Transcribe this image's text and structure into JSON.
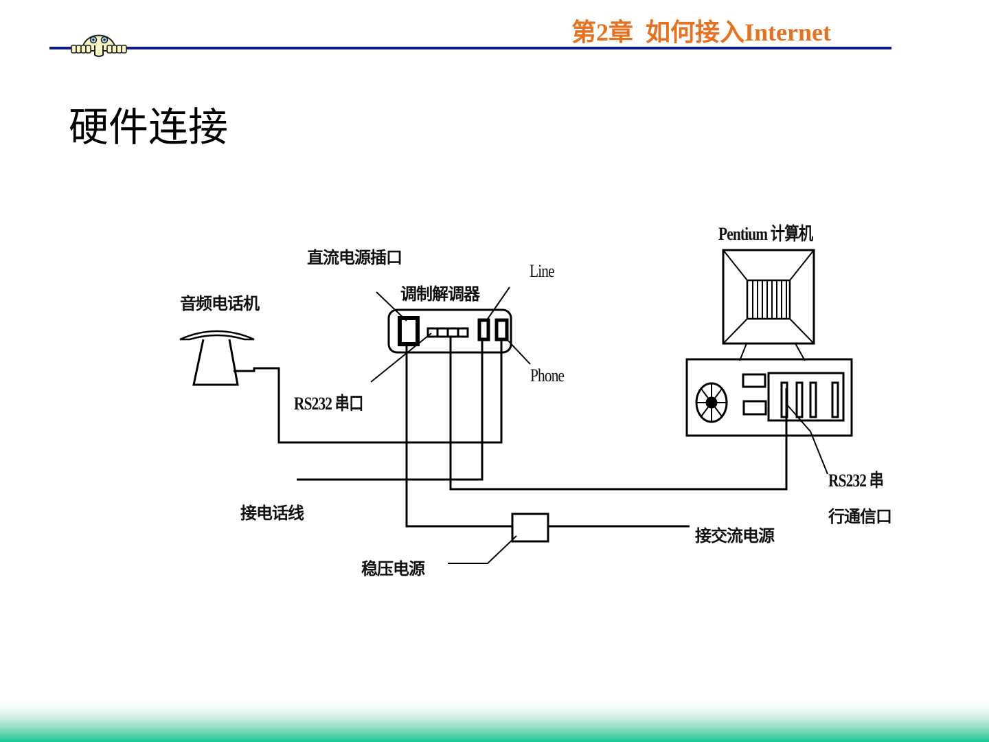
{
  "header": {
    "chapter_title": "第2章  如何接入Internet",
    "mascot_icon": "peeking-face-mascot",
    "accent_color": "#e8711f",
    "rule_color": "#0a1a86"
  },
  "slide": {
    "title": "硬件连接"
  },
  "diagram": {
    "labels": {
      "telephone": "音频电话机",
      "dc_power_jack": "直流电源插口",
      "modem": "调制解调器",
      "line": "Line",
      "phone": "Phone",
      "modem_rs232": "RS232 串口",
      "computer": "Pentium 计算机",
      "pc_rs232_line1": "RS232  串",
      "pc_rs232_line2": "行通信口",
      "phone_line": "接电话线",
      "ac_power": "接交流电源",
      "regulated_power": "稳压电源"
    },
    "components": [
      "telephone-icon",
      "modem-icon",
      "monitor-icon",
      "computer-case-icon",
      "power-supply-icon"
    ]
  },
  "footer": {
    "gradient_color": "#18c995"
  }
}
